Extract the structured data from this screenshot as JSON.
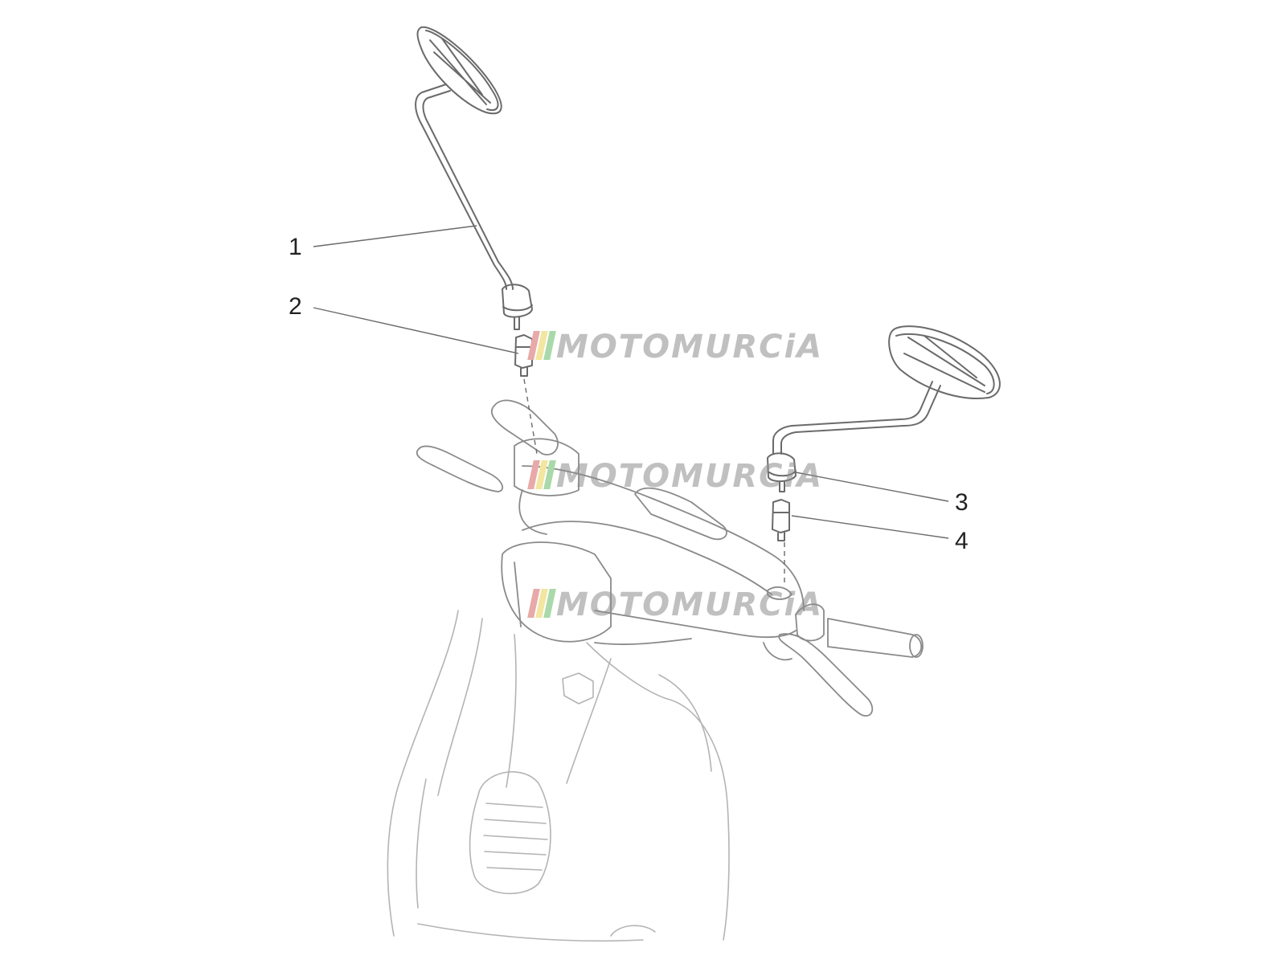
{
  "diagram": {
    "callouts": [
      {
        "id": "1",
        "label": "1"
      },
      {
        "id": "2",
        "label": "2"
      },
      {
        "id": "3",
        "label": "3"
      },
      {
        "id": "4",
        "label": "4"
      }
    ],
    "watermark": {
      "text": "MOTOMURCiA",
      "flag_colors": [
        "#e8a9a9",
        "#f2e6a0",
        "#a9d9a9",
        "#e8a9a9"
      ]
    },
    "line_color": "#6a6a6a",
    "faint_line_color": "#b4b4b4"
  }
}
